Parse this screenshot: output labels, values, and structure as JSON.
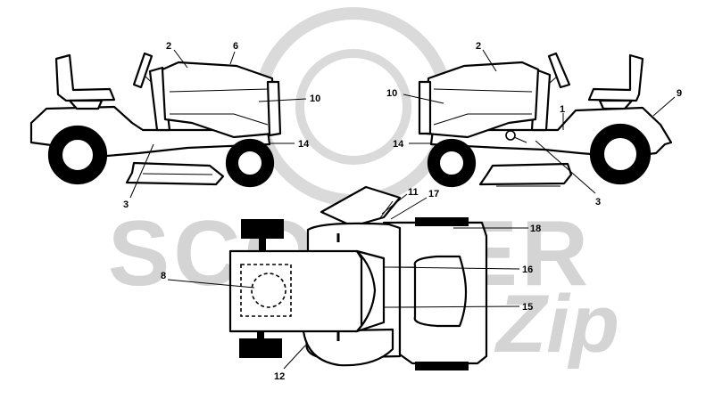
{
  "watermark": {
    "brand_main": "SCOOTER",
    "brand_sub": "Zip"
  },
  "callouts": {
    "left_view": {
      "seat_panel": "2",
      "top": "6",
      "side": "10",
      "front": "14",
      "bottom": "3"
    },
    "right_view": {
      "seat_panel": "2",
      "side": "10",
      "front": "14",
      "body": "1",
      "rear": "9",
      "bottom": "3"
    },
    "top_view": {
      "chute": "11",
      "chute_top": "17",
      "rear_cover": "18",
      "engine": "8",
      "hood_upper": "16",
      "hood_lower": "15",
      "deck": "12"
    }
  },
  "colors": {
    "line": "#000000",
    "watermark": "#d4d4d4",
    "background": "#ffffff"
  }
}
